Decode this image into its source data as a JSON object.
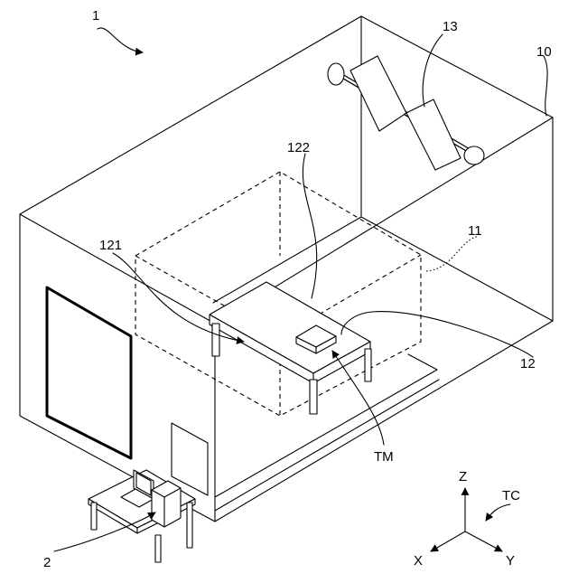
{
  "labels": {
    "system": "1",
    "computer": "2",
    "room": "10",
    "test_area": "11",
    "table": "12",
    "table_bottom": "121",
    "table_top": "122",
    "fan": "13",
    "terminal": "TM",
    "coordinate_system": "TC",
    "axis_z": "Z",
    "axis_x": "X",
    "axis_y": "Y"
  },
  "icons": [
    "curved-leader-arrow-icon",
    "fan-icon",
    "desktop-computer-icon",
    "axis-arrow-icon"
  ]
}
